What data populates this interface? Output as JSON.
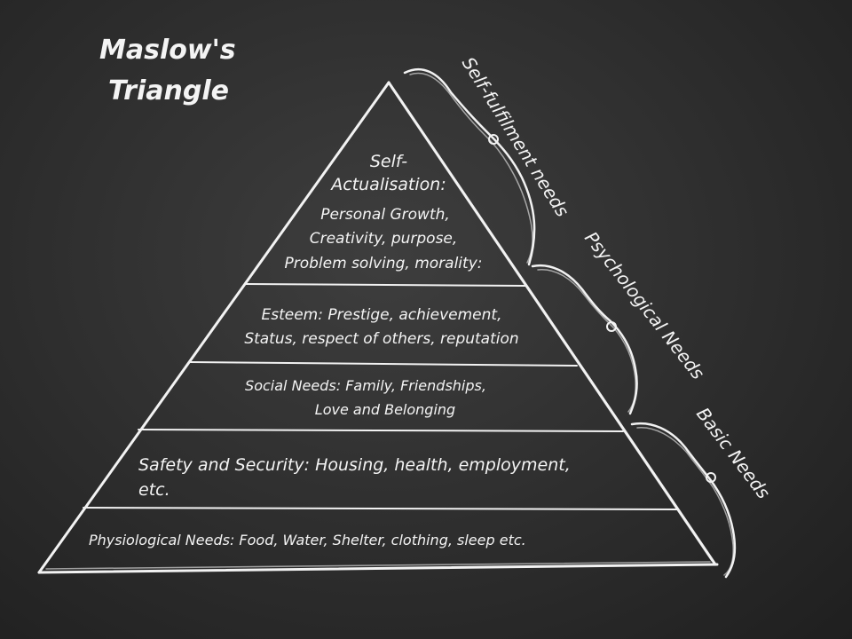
{
  "title": {
    "line1": "Maslow's",
    "line2": "Triangle"
  },
  "tiers": {
    "self_actualisation": {
      "heading_line1": "Self-",
      "heading_line2": "Actualisation:",
      "body_line1": "Personal Growth,",
      "body_line2": "Creativity, purpose,",
      "body_line3": "Problem solving, morality:"
    },
    "esteem": {
      "line1": "Esteem:  Prestige, achievement,",
      "line2": "Status, respect of others, reputation"
    },
    "social": {
      "line1": "Social Needs: Family, Friendships,",
      "line2": "Love and Belonging"
    },
    "safety": {
      "line1": "Safety and Security: Housing, health, employment,",
      "line2": "etc."
    },
    "physiological": {
      "line1": "Physiological Needs: Food, Water, Shelter, clothing, sleep etc."
    }
  },
  "groups": {
    "self_fulfilment": "Self-fulfilment needs",
    "psychological": "Psychological Needs",
    "basic": "Basic Needs"
  },
  "colors": {
    "chalk": "#f2f2f2",
    "board": "#333333"
  }
}
